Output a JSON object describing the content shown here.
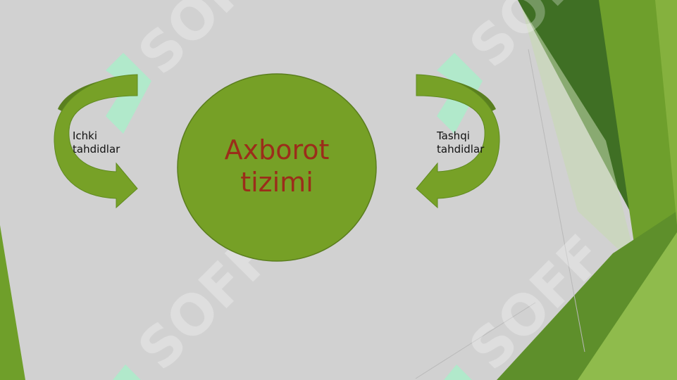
{
  "diagram": {
    "center": {
      "line1": "Axborot",
      "line2": "tizimi"
    },
    "left": {
      "line1": "Ichki",
      "line2": "tahdidlar"
    },
    "right": {
      "line1": "Tashqi",
      "line2": "tahdidlar"
    }
  },
  "watermark": {
    "text": "SOFF"
  },
  "colors": {
    "background": "#d1d1d1",
    "circle_fill": "#76a026",
    "circle_stroke": "#5a7d1e",
    "arrow_fill": "#77a127",
    "center_text": "#9b2d1a",
    "green_dark": "#3f6f24",
    "green_mid": "#6a9a2a",
    "green_light": "#8db84a"
  }
}
